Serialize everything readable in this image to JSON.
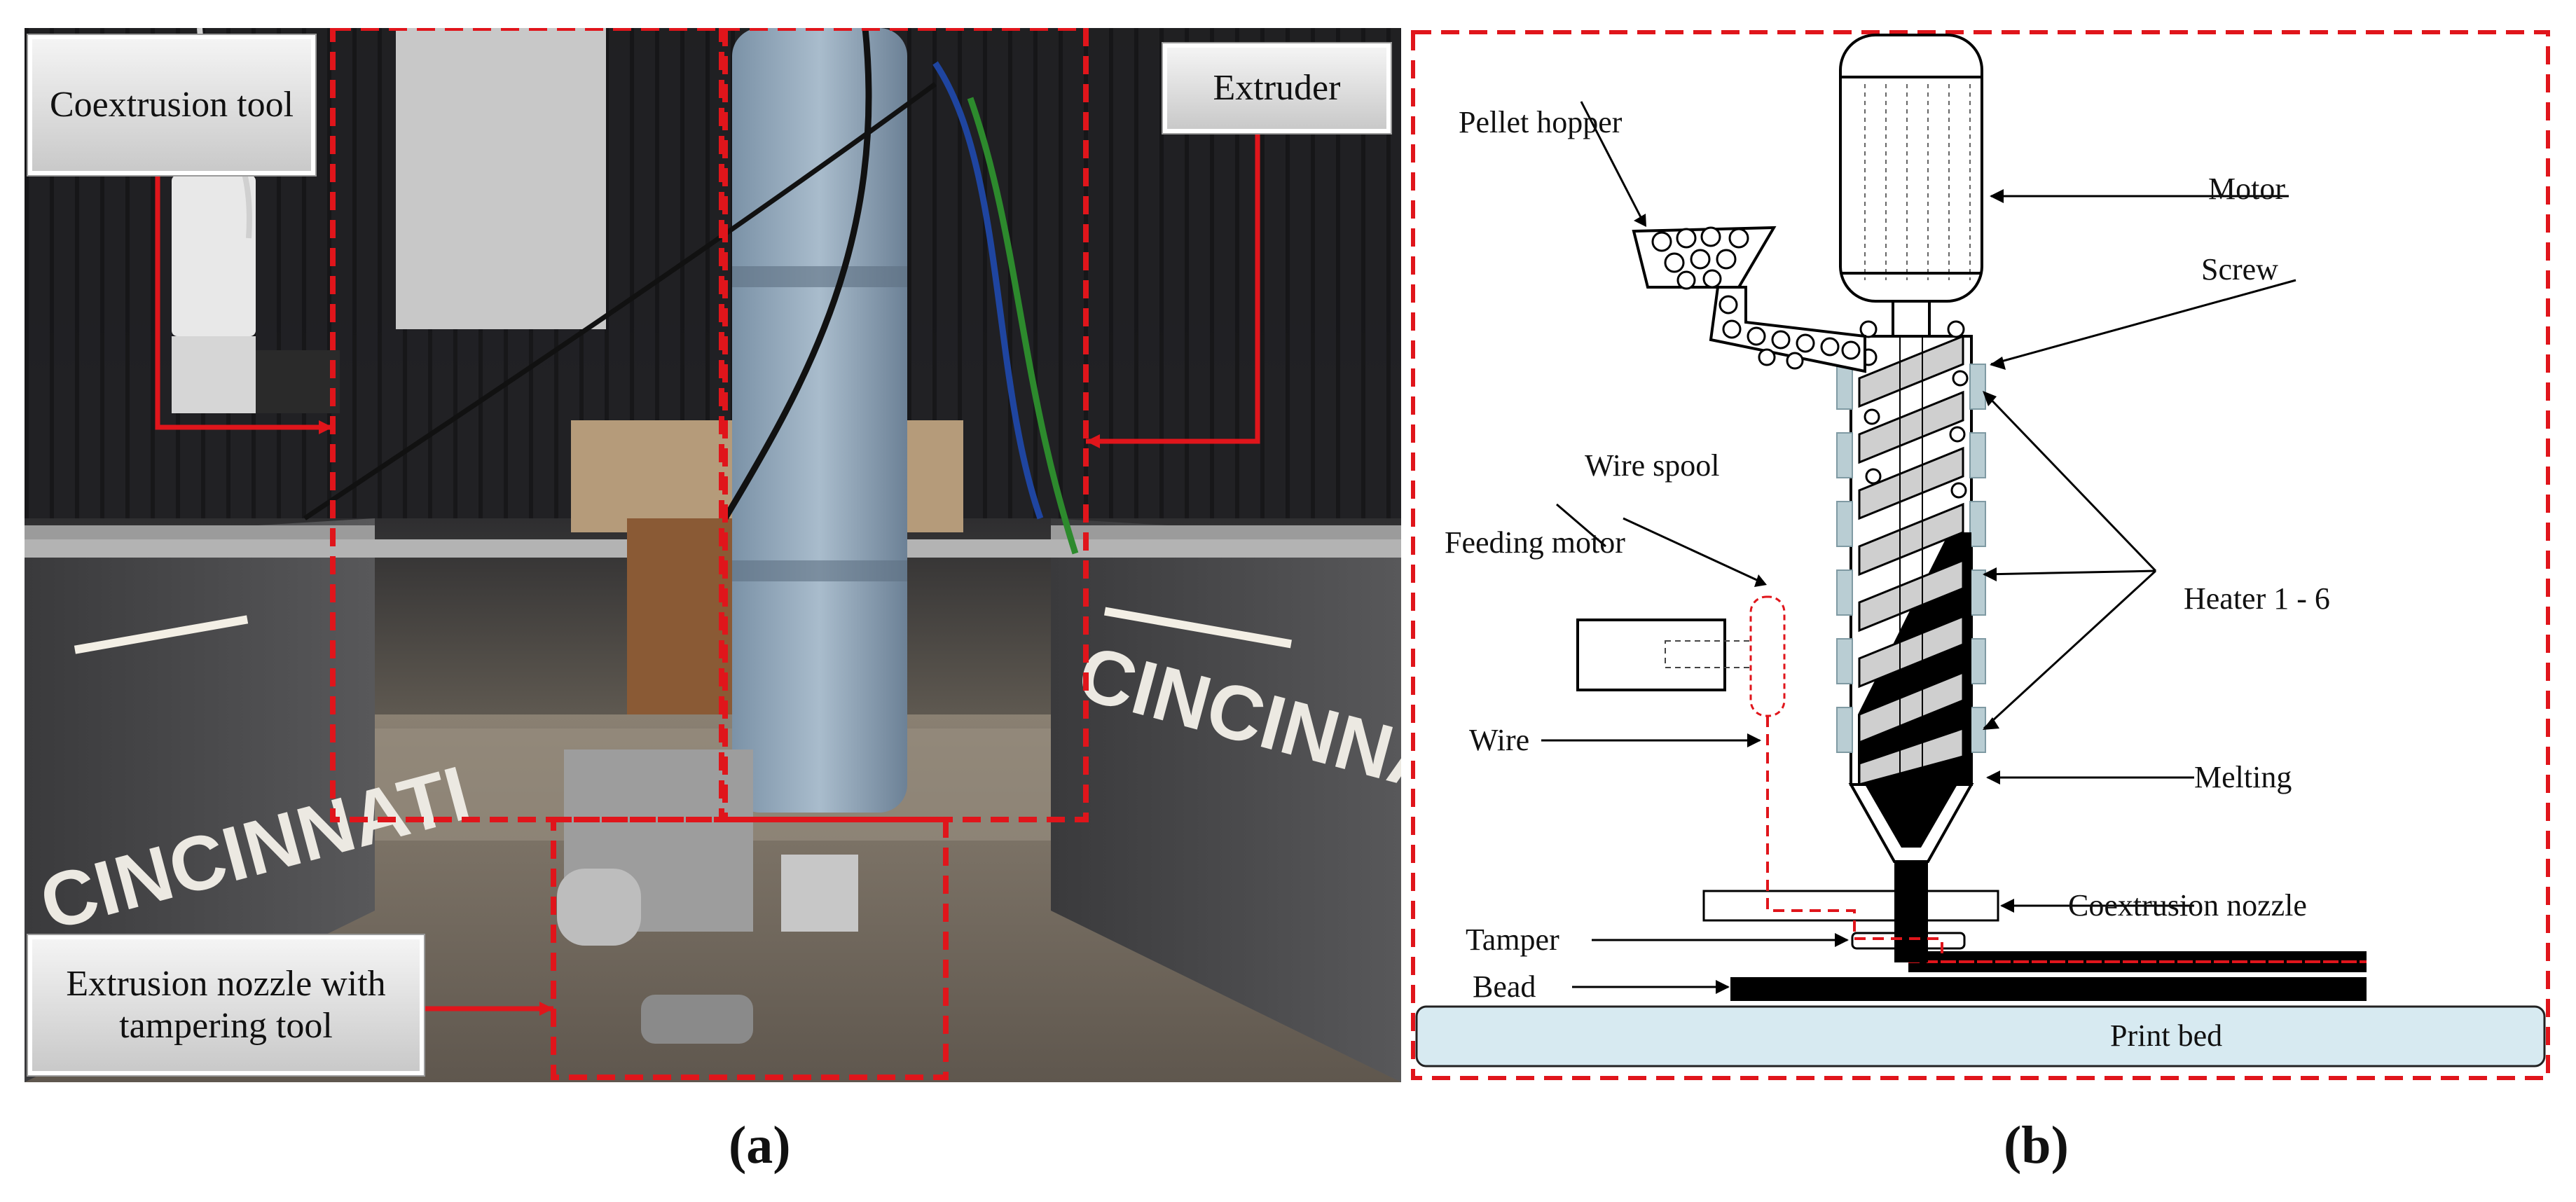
{
  "panel_a": {
    "label": "(a)",
    "callouts": {
      "coextrusion_tool": "Coextrusion tool",
      "extruder": "Extruder",
      "extrusion_nozzle": "Extrusion nozzle with tampering tool"
    },
    "machine_brand_left": "CINCINNATI",
    "machine_brand_right": "CINCINNATI"
  },
  "panel_b": {
    "label": "(b)",
    "labels": {
      "pellet_hopper": "Pellet hopper",
      "motor": "Motor",
      "screw": "Screw",
      "wire_spool": "Wire spool",
      "feeding_motor": "Feeding motor",
      "heater": "Heater 1 - 6",
      "wire": "Wire",
      "melting": "Melting",
      "coextrusion_nozzle": "Coextrusion nozzle",
      "tamper": "Tamper",
      "bead": "Bead",
      "print_bed": "Print bed"
    }
  },
  "colors": {
    "highlight_red": "#e0151b",
    "print_bed_fill": "#d7eaf1",
    "heater_fill": "#b9cdd3",
    "screw_flight": "#cfcfcf"
  }
}
